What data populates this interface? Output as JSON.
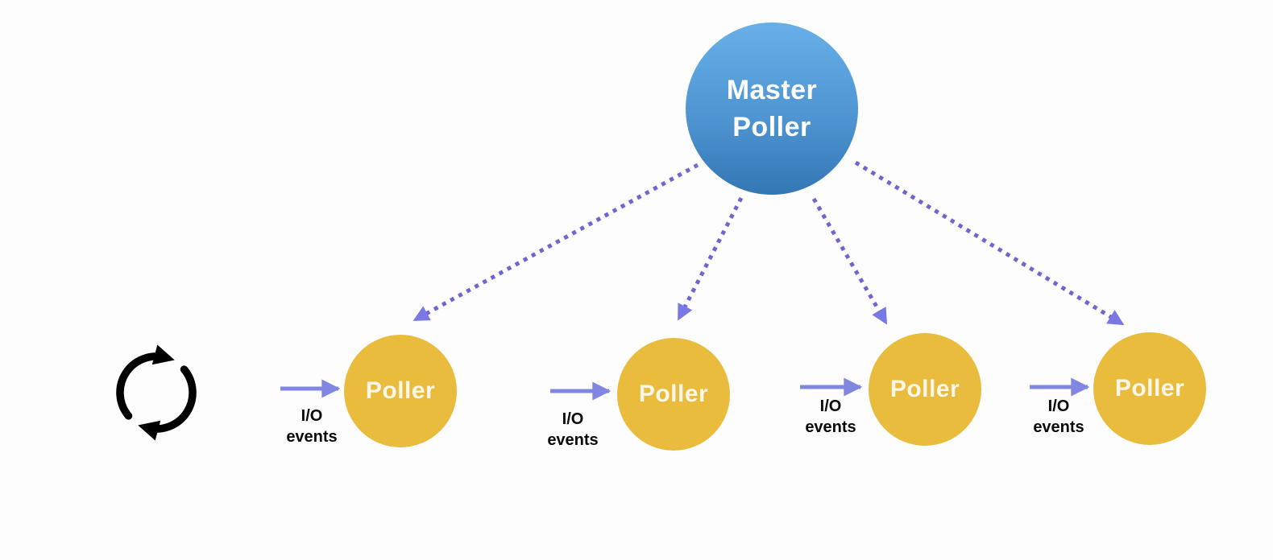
{
  "diagram": {
    "master": {
      "label": "Master Poller"
    },
    "pollers": [
      {
        "label": "Poller",
        "input_label_line1": "I/O",
        "input_label_line2": "events"
      },
      {
        "label": "Poller",
        "input_label_line1": "I/O",
        "input_label_line2": "events"
      },
      {
        "label": "Poller",
        "input_label_line1": "I/O",
        "input_label_line2": "events"
      },
      {
        "label": "Poller",
        "input_label_line1": "I/O",
        "input_label_line2": "events"
      }
    ],
    "icons": {
      "loop": "loop-refresh-icon"
    },
    "colors": {
      "background": "#fdfdfd",
      "master_gradient_top": "#67b0e7",
      "master_gradient_bottom": "#3377b4",
      "poller_fill": "#e9bc3e",
      "node_text": "#ffffff",
      "solid_arrow": "#8086e2",
      "dotted_arrow": "#6e66cd",
      "dotted_arrowhead": "#7a78e2",
      "io_label_text": "#0a0a0a",
      "icon_stroke": "#000000"
    }
  }
}
